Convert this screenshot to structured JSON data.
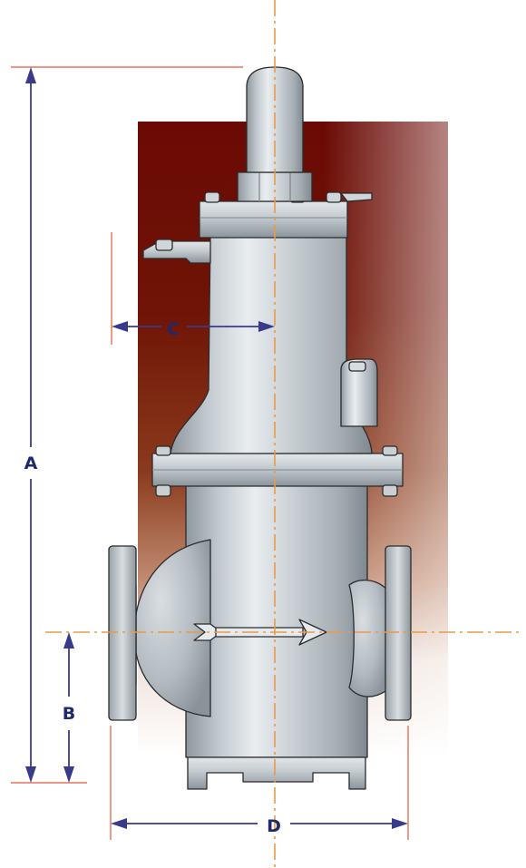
{
  "colors": {
    "background_dark": "#6b0a05",
    "background_mid": "#8a3a1c",
    "background_light": "#ffffff",
    "valve_body": "#b9c0c6",
    "valve_highlight": "#e6eaed",
    "valve_shadow": "#7f888f",
    "outline": "#2b2b2b",
    "dimension_line": "#3a3a8c",
    "extension_line": "#e8563a",
    "centerline": "#e89a4a",
    "label_color": "#1f2a6b"
  },
  "labels": {
    "a": "A",
    "b": "B",
    "c": "C",
    "d": "D"
  },
  "icons": {
    "flow_arrow": "flow-direction-arrow-icon"
  }
}
